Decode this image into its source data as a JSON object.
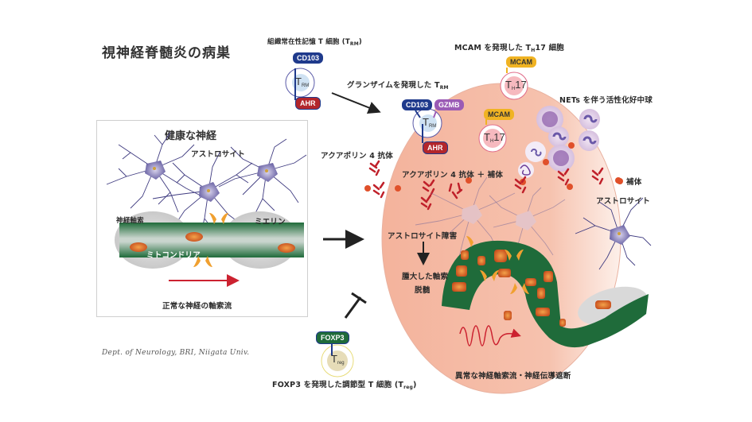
{
  "title": "視神経脊髄炎の病巣",
  "credit": "Dept. of Neurology, BRI, Niigata Univ.",
  "healthy_panel": {
    "title": "健康な神経",
    "astrocyte_label": "アストロサイト",
    "axon_label": "神経軸索",
    "myelin_label": "ミエリン",
    "mitochondria_label": "ミトコンドリア",
    "flow_label": "正常な神経の軸索流"
  },
  "trm_cell": {
    "caption_prefix": "組織常在性記憶 T 細胞 (T",
    "caption_sub": "RM",
    "caption_suffix": ")",
    "marker_top": "CD103",
    "marker_bottom": "AHR",
    "cell_label": "T",
    "cell_sub": "RM"
  },
  "gzmb_trm_cell": {
    "caption_prefix": "グランザイムを発現した T",
    "caption_sub": "RM",
    "marker_left": "CD103",
    "marker_right": "GZMB",
    "marker_bottom": "AHR",
    "cell_label": "T",
    "cell_sub": "RM"
  },
  "th17_cells": {
    "caption_prefix": "MCAM を発現した T",
    "caption_sub": "H",
    "caption_suffix": "17 細胞",
    "marker": "MCAM",
    "cell_label": "T",
    "cell_sub": "H",
    "cell_suffix": "17"
  },
  "neutrophils": {
    "caption": "NETs を伴う活性化好中球"
  },
  "treg_cell": {
    "marker": "FOXP3",
    "cell_label": "T",
    "cell_sub": "reg",
    "caption_prefix": "FOXP3 を発現した調節型 T 細胞 (T",
    "caption_sub": "reg",
    "caption_suffix": ")"
  },
  "lesion": {
    "aqp4_antibody_label": "アクアポリン 4 抗体",
    "aqp4_complement_label": "アクアポリン 4 抗体 ＋ 補体",
    "complement_legend": "補体",
    "astrocyte_label": "アストロサイト",
    "astrocyte_damage_label": "アストロサイト障害",
    "swollen_axon_label": "腫大した軸索",
    "demyelination_label": "脱髄",
    "abnormal_flow_label": "異常な神経軸索流・神経伝導遮断"
  },
  "colors": {
    "lesion_fill": "#f3b7a3",
    "axon_green": "#1f6b3a",
    "cd103_blue": "#1f3a8c",
    "ahr_red": "#b3262b",
    "gzmb_purple": "#9b5bb5",
    "mcam_yellow": "#f0b323",
    "foxp3_green": "#1f6b3a",
    "antibody_red": "#c0202a",
    "complement_orange": "#e0502a",
    "astrocyte_purple": "#4c4a8e",
    "arrow_red": "#cc2230"
  }
}
